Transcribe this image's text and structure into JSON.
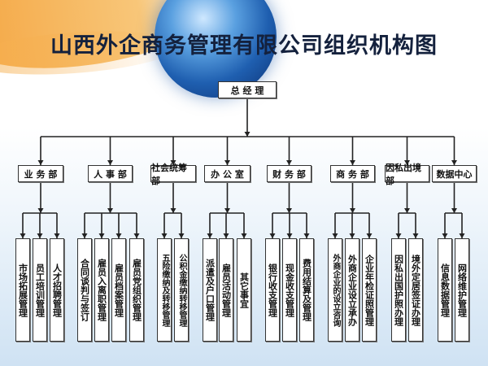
{
  "title": "山西外企商务管理有限公司组织机构图",
  "root": "总 经 理",
  "departments": [
    {
      "name": "业 务 部",
      "children": [
        "市场拓展管理",
        "员工培训管理",
        "人才招聘管理"
      ]
    },
    {
      "name": "人 事 部",
      "children": [
        "合同谈判与签订",
        "雇员入离职管理",
        "雇员档案管理",
        "雇员党组织管理"
      ]
    },
    {
      "name": "社会统筹部",
      "children": [
        "五险缴纳及转移管理",
        "公积金缴纳转移管理"
      ]
    },
    {
      "name": "办 公 室",
      "children": [
        "派遣及户口管理",
        "雇员活动管理",
        "其它事宜"
      ]
    },
    {
      "name": "财 务 部",
      "children": [
        "银行收支管理",
        "现金收支管理",
        "费用结算及管理"
      ]
    },
    {
      "name": "商 务 部",
      "children": [
        "外商企业的设立咨询",
        "外商企业设立承办",
        "企业年检证照管理"
      ]
    },
    {
      "name": "因私出境部",
      "children": [
        "因私出国护照办理",
        "境外定居签证办理"
      ]
    },
    {
      "name": "数据中心",
      "children": [
        "信息数据管理",
        "网络维护管理"
      ]
    }
  ]
}
